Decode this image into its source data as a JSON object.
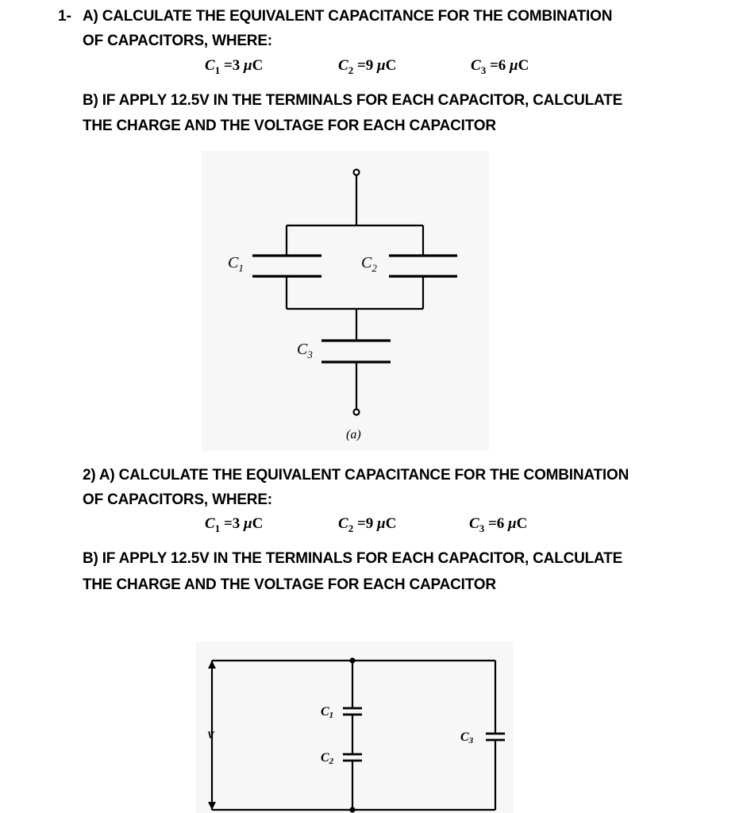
{
  "q1": {
    "number": "1-",
    "part_a_line1": "A) CALCULATE THE EQUIVALENT CAPACITANCE FOR THE COMBINATION",
    "part_a_line2": "OF CAPACITORS, WHERE:",
    "values": [
      {
        "sym": "C",
        "sub": "1",
        "eq": " =3 ",
        "mu": "μ",
        "unit": "C"
      },
      {
        "sym": "C",
        "sub": "2",
        "eq": " =9 ",
        "mu": "μ",
        "unit": "C"
      },
      {
        "sym": "C",
        "sub": "3",
        "eq": " =6 ",
        "mu": "μ",
        "unit": "C"
      }
    ],
    "part_b_line1": "B) IF APPLY 12.5V IN THE TERMINALS FOR EACH CAPACITOR, CALCULATE",
    "part_b_line2": "THE CHARGE AND THE VOLTAGE FOR EACH CAPACITOR",
    "diagram": {
      "labels": {
        "c1": "C",
        "c1_sub": "1",
        "c2": "C",
        "c2_sub": "2",
        "c3": "C",
        "c3_sub": "3",
        "caption": "(a)"
      }
    }
  },
  "q2": {
    "part_a_line1": "2) A) CALCULATE THE EQUIVALENT CAPACITANCE FOR THE COMBINATION",
    "part_a_line2": "OF CAPACITORS, WHERE:",
    "values": [
      {
        "sym": "C",
        "sub": "1",
        "eq": " =3 ",
        "mu": "μ",
        "unit": "C"
      },
      {
        "sym": "C",
        "sub": "2",
        "eq": " =9 ",
        "mu": "μ",
        "unit": "C"
      },
      {
        "sym": "C",
        "sub": "3",
        "eq": " =6 ",
        "mu": "μ",
        "unit": "C"
      }
    ],
    "part_b_line1": "B) IF APPLY 12.5V IN THE TERMINALS FOR EACH CAPACITOR, CALCULATE",
    "part_b_line2": "THE CHARGE AND THE VOLTAGE FOR EACH CAPACITOR",
    "diagram": {
      "labels": {
        "v": "V",
        "c1": "C",
        "c1_sub": "1",
        "c2": "C",
        "c2_sub": "2",
        "c3": "C",
        "c3_sub": "3"
      }
    }
  }
}
